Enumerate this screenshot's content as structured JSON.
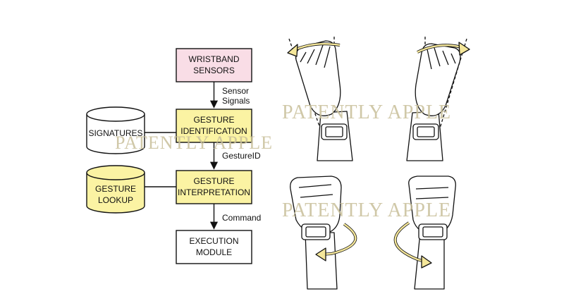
{
  "flowchart": {
    "wristband_sensors": [
      "WRISTBAND",
      "SENSORS"
    ],
    "gesture_identification": [
      "GESTURE",
      "IDENTIFICATION"
    ],
    "gesture_interpretation": [
      "GESTURE",
      "INTERPRETATION"
    ],
    "execution_module": [
      "EXECUTION",
      "MODULE"
    ],
    "signatures": "SIGNATURES",
    "gesture_lookup": [
      "GESTURE",
      "LOOKUP"
    ],
    "edge_sensor_signals": [
      "Sensor",
      "Signals"
    ],
    "edge_gesture_id": "GestureID",
    "edge_command": "Command"
  },
  "watermarks": {
    "left": "PATENTLY APPLE",
    "right_top": "PATENTLY APPLE",
    "right_bottom": "PATENTLY APPLE"
  },
  "colors": {
    "wristband_fill": "#f9dde6",
    "gesture_fill": "#fbf3a3",
    "cylinder_yellow": "#fbf3a3",
    "cylinder_white": "#ffffff",
    "watermark": "#c8bf9a",
    "arrow_fill": "#f5e79a"
  },
  "illustrations": [
    "hand-tilt-left-icon",
    "hand-tilt-right-icon",
    "fist-rotate-counterclockwise-icon",
    "fist-rotate-clockwise-icon"
  ]
}
